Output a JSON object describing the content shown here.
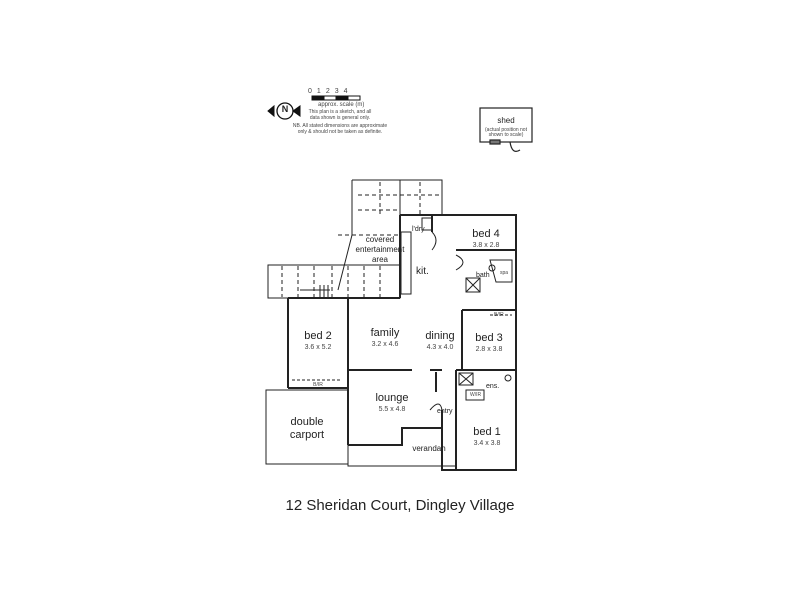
{
  "legend": {
    "compass_label": "N",
    "scale_ticks": [
      "0",
      "1",
      "2",
      "3",
      "4"
    ],
    "scale_caption": "approx. scale (m)",
    "note1_line1": "This plan is a sketch, and all",
    "note1_line2": "data shown is general only.",
    "note2_line1": "NB. All stated dimensions are approximate",
    "note2_line2": "only & should not be taken as definite."
  },
  "shed": {
    "label": "shed",
    "note_line1": "(actual position not",
    "note_line2": "shown to scale)"
  },
  "rooms": {
    "covered_entertainment": {
      "line1": "covered",
      "line2": "entertainment",
      "line3": "area"
    },
    "ldry": {
      "label": "l'dry"
    },
    "kit": {
      "label": "kit."
    },
    "bed4": {
      "label": "bed 4",
      "dim": "3.8 x 2.8"
    },
    "bath": {
      "label": "bath",
      "spa": "spa"
    },
    "bed2": {
      "label": "bed 2",
      "dim": "3.6 x 5.2",
      "robe": "B/IR"
    },
    "family": {
      "label": "family",
      "dim": "3.2 x 4.6"
    },
    "dining": {
      "label": "dining",
      "dim": "4.3 x 4.0"
    },
    "bed3": {
      "label": "bed 3",
      "dim": "2.8 x 3.8",
      "robe": "B/IR"
    },
    "lounge": {
      "label": "lounge",
      "dim": "5.5 x 4.8"
    },
    "ens": {
      "label": "ens.",
      "robe": "W/IR"
    },
    "entry": {
      "label": "entry"
    },
    "bed1": {
      "label": "bed 1",
      "dim": "3.4 x 3.8"
    },
    "double_carport": {
      "line1": "double",
      "line2": "carport"
    },
    "verandah": {
      "label": "verandah"
    }
  },
  "address": "12 Sheridan Court, Dingley Village"
}
